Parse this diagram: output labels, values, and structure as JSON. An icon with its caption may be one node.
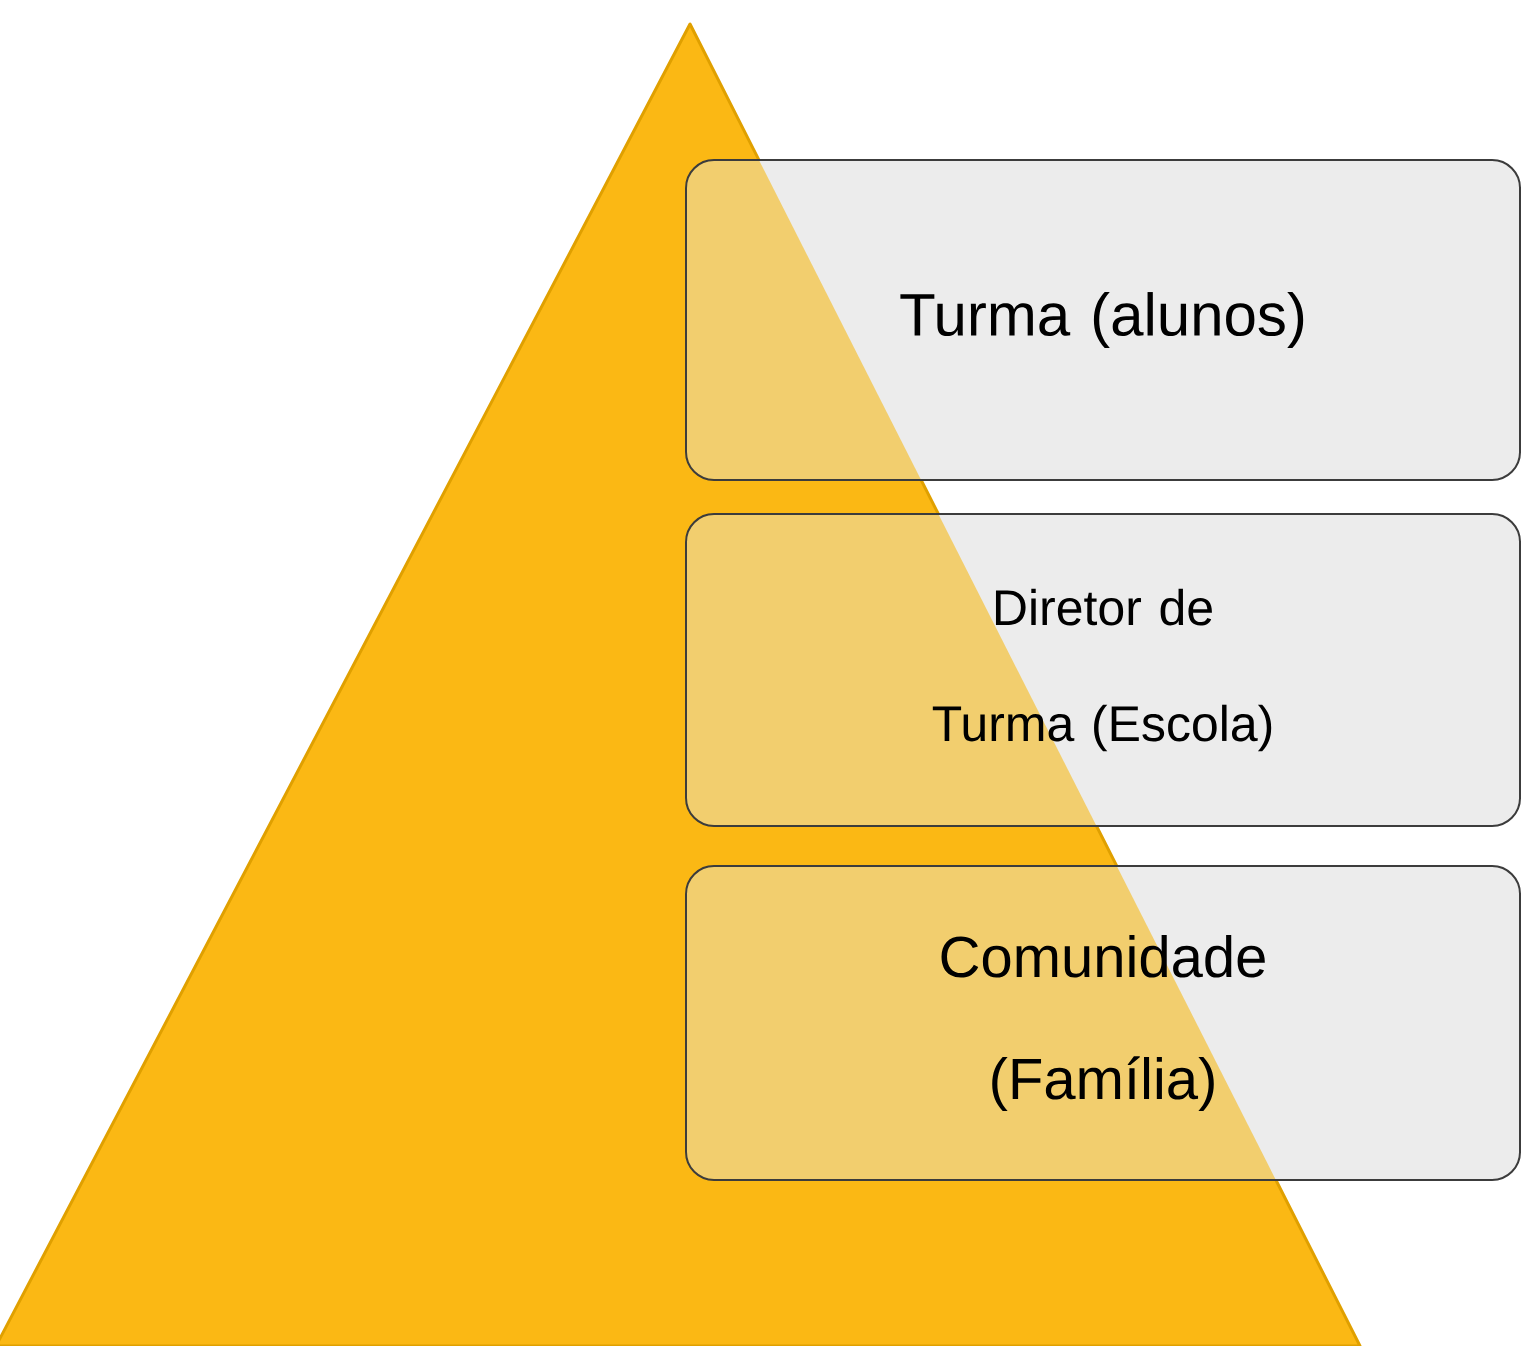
{
  "diagram": {
    "nodes": [
      {
        "text": [],
        "shape": "triangle"
      },
      {
        "text": [
          "Turma (alunos)"
        ]
      },
      {
        "text": [
          "Diretor de Turma (Escola)"
        ]
      },
      {
        "text": [
          "Comunidade (Família)"
        ]
      }
    ]
  }
}
